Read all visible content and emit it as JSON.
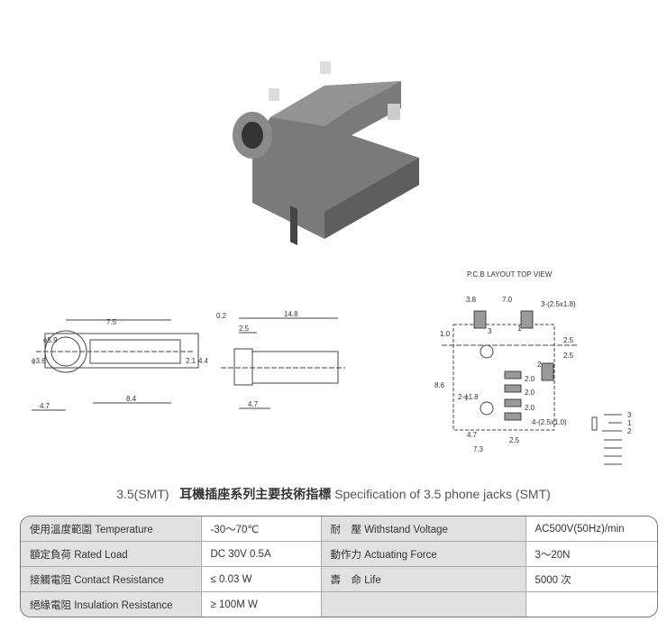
{
  "drawings": {
    "pcb_heading": "P.C.B LAYOUT   TOP VIEW",
    "front": {
      "d1": "7.5",
      "d2": "ϕ5.9",
      "d3": "ϕ3.6",
      "d4": "2.1",
      "d5": "4.4",
      "d6": "4.7",
      "d7": "8.4"
    },
    "side": {
      "d1": "0.2",
      "d2": "14.8",
      "d3": "2.5",
      "d4": "4.7"
    },
    "pcb": {
      "d1": "3.8",
      "d2": "7.0",
      "d3": "3-(2.5x1.8)",
      "d4": "1.0",
      "d5": "2.5",
      "d6": "2.5",
      "d7": "8.6",
      "d8": "2-ϕ1.8",
      "d9": "2.0",
      "d10": "2.0",
      "d11": "2.0",
      "d12": "4-(2.5x1.0)",
      "d13": "4.7",
      "d14": "7.3",
      "d15": "2.5",
      "p1": "1",
      "p2": "2",
      "p3": "3"
    },
    "schematic": {
      "p3": "3",
      "p1": "1",
      "p2": "2"
    }
  },
  "title": {
    "model": "3.5(SMT)",
    "cn": "耳機插座系列主要技術指標",
    "en": "Specification of 3.5 phone jacks (SMT)"
  },
  "spec_rows": [
    {
      "l1": "使用溫度範圍 Temperature",
      "v1": "-30～70℃",
      "l2": "耐　壓 Withstand Voltage",
      "v2": "AC500V(50Hz)/min"
    },
    {
      "l1": "額定負荷  Rated Load",
      "v1": "DC  30V  0.5A",
      "l2": "動作力 Actuating Force",
      "v2": "3～20N"
    },
    {
      "l1": "接觸電阻  Contact Resistance",
      "v1": "≤ 0.03 W",
      "l2": "壽　命 Life",
      "v2": "5000 次"
    },
    {
      "l1": "絕緣電阻  Insulation Resistance",
      "v1": "≥ 100M W",
      "l2": "",
      "v2": ""
    }
  ]
}
